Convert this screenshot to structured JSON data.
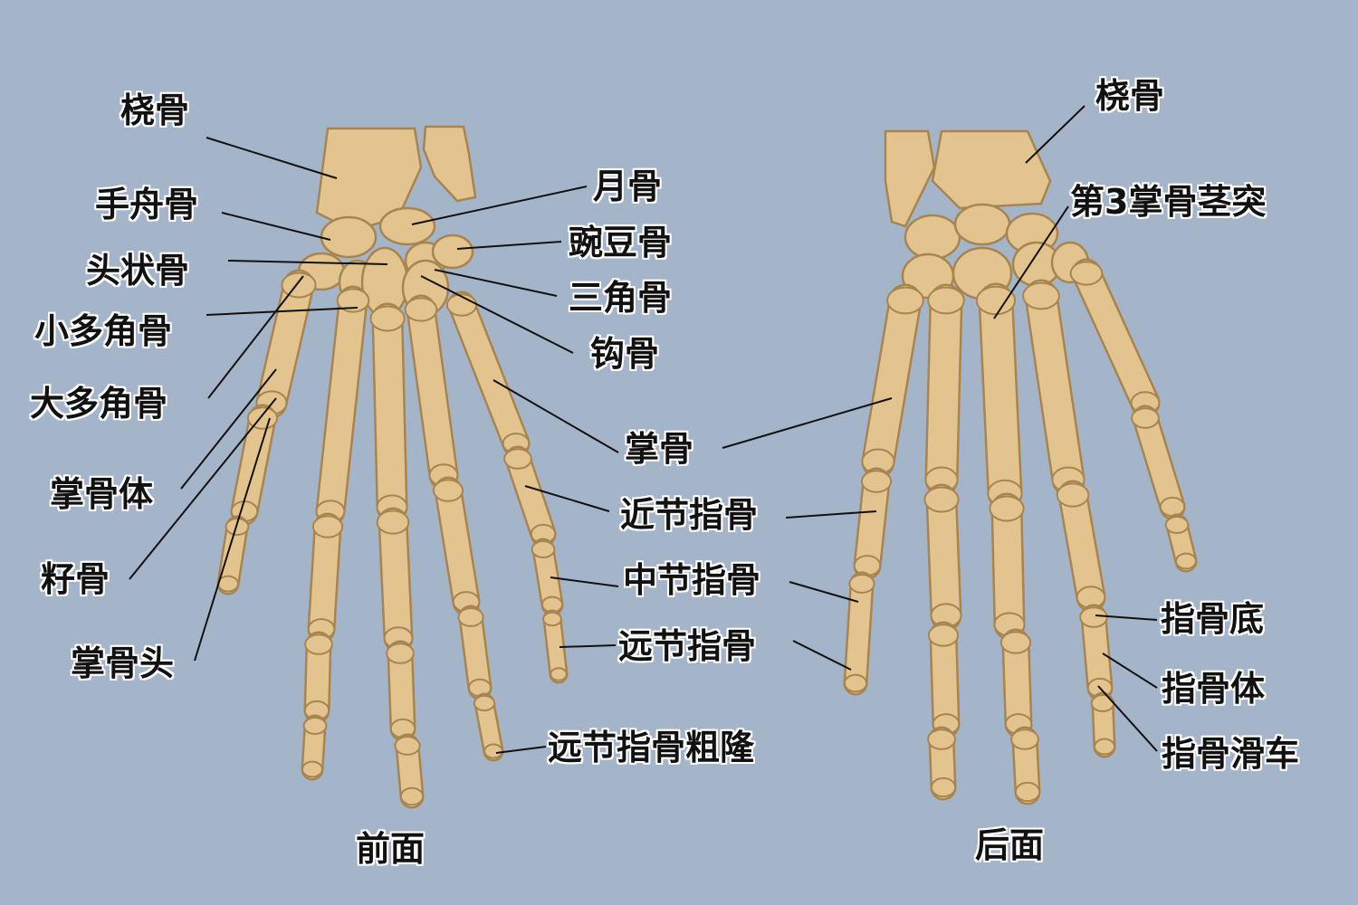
{
  "front": {
    "caption": "前面",
    "labels": {
      "radius": "桡骨",
      "scaphoid": "手舟骨",
      "capitate": "头状骨",
      "trapezoid": "小多角骨",
      "trapezium": "大多角骨",
      "metacarpal_body": "掌骨体",
      "sesamoid": "籽骨",
      "metacarpal_head": "掌骨头",
      "lunate": "月骨",
      "pisiform": "豌豆骨",
      "triquetrum": "三角骨",
      "hamate": "钩骨",
      "distal_tuberosity": "远节指骨粗隆"
    }
  },
  "shared": {
    "metacarpal": "掌骨",
    "proximal_phalanx": "近节指骨",
    "middle_phalanx": "中节指骨",
    "distal_phalanx": "远节指骨"
  },
  "back": {
    "caption": "后面",
    "labels": {
      "radius": "桡骨",
      "styloid_3rd_metacarpal": "第3掌骨茎突",
      "phalanx_base": "指骨底",
      "phalanx_body": "指骨体",
      "phalanx_trochlea": "指骨滑车"
    }
  },
  "colors": {
    "background": "#a5b5c9",
    "bone": "#e4c48e",
    "bone_outline": "#a8844e"
  }
}
